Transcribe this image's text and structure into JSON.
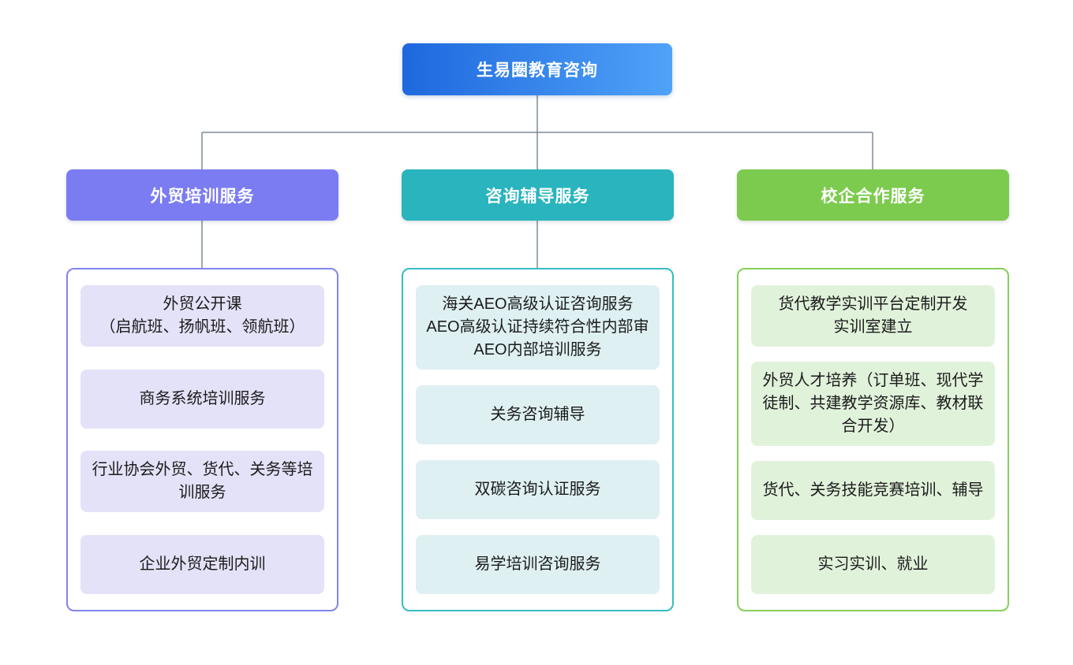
{
  "root": {
    "label": "生易圈教育咨询",
    "gradient_left": "#1E68DE",
    "gradient_right": "#4FA2F8",
    "text_color": "#FFFFFF"
  },
  "connectors": {
    "color": "#7D8A96"
  },
  "branches": [
    {
      "label": "外贸培训服务",
      "header_color": "#7B7CF2",
      "border_color": "#8284EF",
      "item_bg": "#E4E2F8",
      "items": [
        "外贸公开课\n（启航班、扬帆班、领航班）",
        "商务系统培训服务",
        "行业协会外贸、货代、关务等培训服务",
        "企业外贸定制内训"
      ]
    },
    {
      "label": "咨询辅导服务",
      "header_color": "#29B4BE",
      "border_color": "#35BCC6",
      "item_bg": "#DFF0F3",
      "items": [
        "海关AEO高级认证咨询服务\nAEO高级认证持续符合性内部审\nAEO内部培训服务",
        "关务咨询辅导",
        "双碳咨询认证服务",
        "易学培训咨询服务"
      ]
    },
    {
      "label": "校企合作服务",
      "header_color": "#7CCB4E",
      "border_color": "#85CF5A",
      "item_bg": "#E1F2DB",
      "items": [
        "货代教学实训平台定制开发\n实训室建立",
        "外贸人才培养（订单班、现代学徒制、共建教学资源库、教材联合开发）",
        "货代、关务技能竞赛培训、辅导",
        "实习实训、就业"
      ]
    }
  ]
}
